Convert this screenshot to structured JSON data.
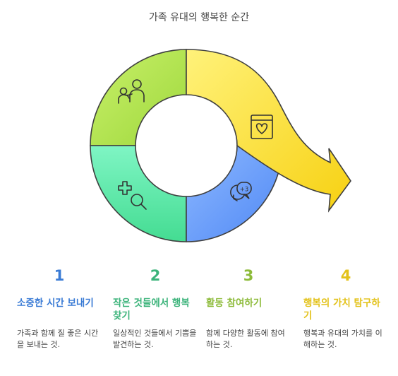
{
  "title": "가족 유대의 행복한 순간",
  "colors": {
    "blue": "#3a7bd5",
    "green": "#3bb37a",
    "lime": "#8dbb3a",
    "yellow": "#e3c21a"
  },
  "steps": [
    {
      "number": "1",
      "heading": "소중한 시간 보내기",
      "description": "가족과 함께 질 좋은 시간을 보내는 것.",
      "icon": "family-icon"
    },
    {
      "number": "2",
      "heading": "작은 것들에서 행복 찾기",
      "description": "일상적인 것들에서 기쁨을 발견하는 것.",
      "icon": "plus-search-icon"
    },
    {
      "number": "3",
      "heading": "활동 참여하기",
      "description": "함께 다양한 활동에 참여하는 것.",
      "icon": "activity-clock-icon"
    },
    {
      "number": "4",
      "heading": "행복의 가치 탐구하기",
      "description": "행복과 유대의 가치를 이해하는 것.",
      "icon": "heart-book-icon"
    }
  ]
}
